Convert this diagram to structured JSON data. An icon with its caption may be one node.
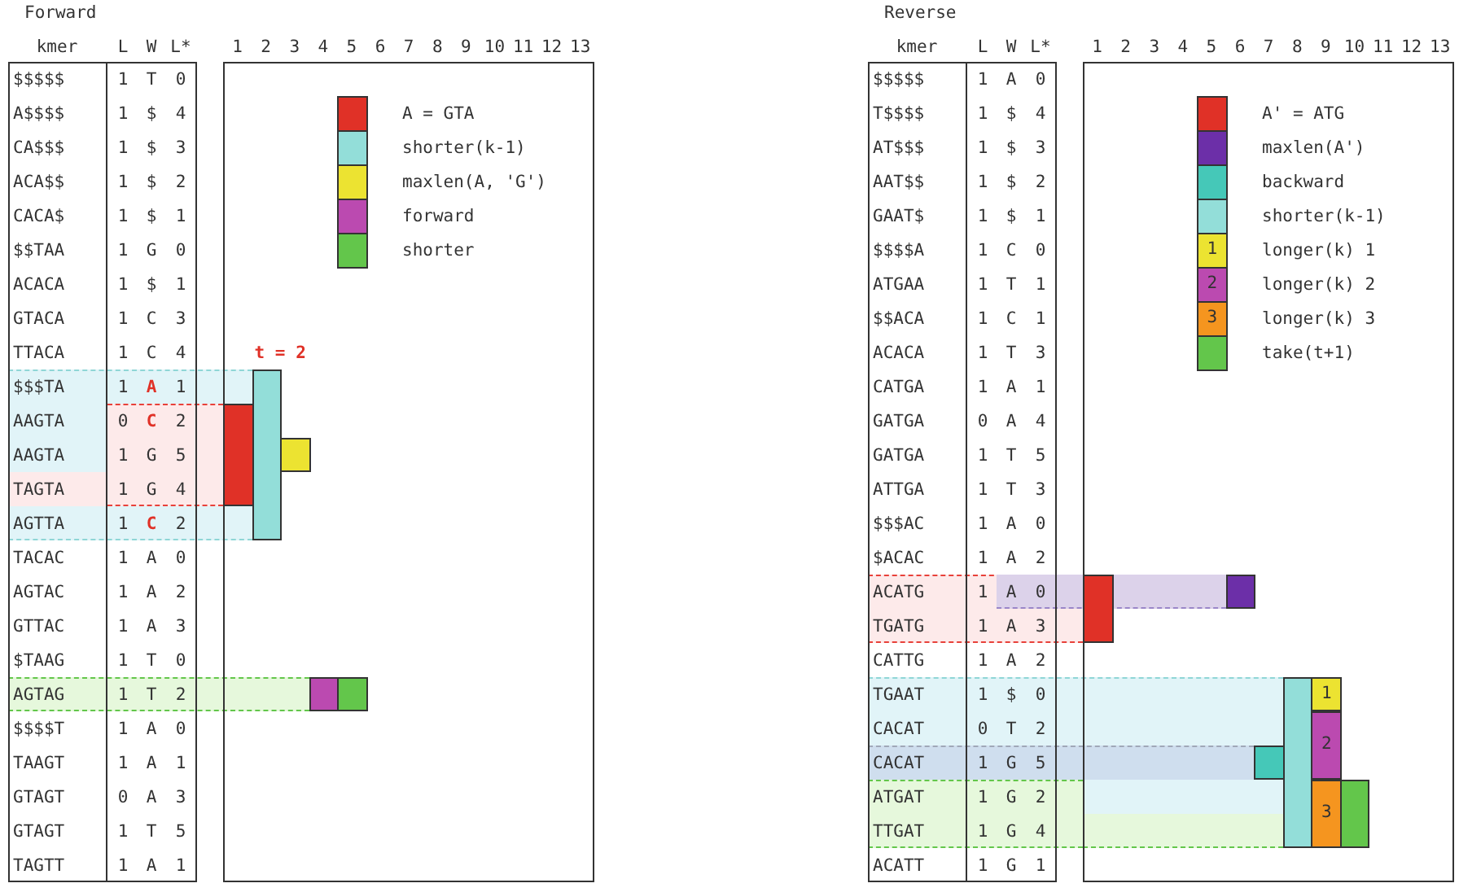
{
  "diagram": {
    "nodes": [
      {
        "text": [],
        "shape": "bar"
      },
      {
        "text": [],
        "shape": "bar"
      },
      {
        "text": [],
        "shape": "bar"
      },
      {
        "text": [],
        "shape": "bar"
      },
      {
        "text": [],
        "shape": "bar"
      },
      {
        "text": [],
        "shape": "bar"
      },
      {
        "text": [],
        "shape": "bar"
      },
      {
        "text": [],
        "shape": "bar"
      },
      {
        "text": [],
        "shape": "bar"
      },
      {
        "text": [
          "1"
        ]
      },
      {
        "text": [
          "2"
        ]
      },
      {
        "text": [
          "3"
        ]
      },
      {
        "text": [],
        "shape": "bar"
      }
    ],
    "labels": [
      "Forward",
      "kmer",
      "L",
      "W",
      "L*",
      "1",
      "2",
      "3",
      "4",
      "5",
      "6",
      "7",
      "8",
      "9",
      "10",
      "11",
      "12",
      "13",
      "$$$$$",
      "1",
      "T",
      "0",
      "A$$$$",
      "1",
      "$",
      "4",
      "CA$$$",
      "1",
      "$",
      "3",
      "ACA$$",
      "1",
      "$",
      "2",
      "CACA$",
      "1",
      "$",
      "1",
      "$$TAA",
      "1",
      "G",
      "0",
      "ACACA",
      "1",
      "$",
      "1",
      "GTACA",
      "1",
      "C",
      "3",
      "TTACA",
      "1",
      "C",
      "4",
      "$$$TA",
      "1",
      "A",
      "1",
      "AAGTA",
      "0",
      "C",
      "2",
      "AAGTA",
      "1",
      "G",
      "5",
      "TAGTA",
      "1",
      "G",
      "4",
      "AGTTA",
      "1",
      "C",
      "2",
      "TACAC",
      "1",
      "A",
      "0",
      "AGTAC",
      "1",
      "A",
      "2",
      "GTTAC",
      "1",
      "A",
      "3",
      "$TAAG",
      "1",
      "T",
      "0",
      "AGTAG",
      "1",
      "T",
      "2",
      "$$$$T",
      "1",
      "A",
      "0",
      "TAAGT",
      "1",
      "A",
      "1",
      "GTAGT",
      "0",
      "A",
      "3",
      "GTAGT",
      "1",
      "T",
      "5",
      "TAGTT",
      "1",
      "A",
      "1",
      "t = 2",
      "Reverse",
      "kmer",
      "L",
      "W",
      "L*",
      "1",
      "2",
      "3",
      "4",
      "5",
      "6",
      "7",
      "8",
      "9",
      "10",
      "11",
      "12",
      "13",
      "$$$$$",
      "1",
      "A",
      "0",
      "T$$$$",
      "1",
      "$",
      "4",
      "AT$$$",
      "1",
      "$",
      "3",
      "AAT$$",
      "1",
      "$",
      "2",
      "GAAT$",
      "1",
      "$",
      "1",
      "$$$$A",
      "1",
      "C",
      "0",
      "ATGAA",
      "1",
      "T",
      "1",
      "$$ACA",
      "1",
      "C",
      "1",
      "ACACA",
      "1",
      "T",
      "3",
      "CATGA",
      "1",
      "A",
      "1",
      "GATGA",
      "0",
      "A",
      "4",
      "GATGA",
      "1",
      "T",
      "5",
      "ATTGA",
      "1",
      "T",
      "3",
      "$$$AC",
      "1",
      "A",
      "0",
      "$ACAC",
      "1",
      "A",
      "2",
      "ACATG",
      "1",
      "A",
      "0",
      "TGATG",
      "1",
      "A",
      "3",
      "CATTG",
      "1",
      "A",
      "2",
      "TGAAT",
      "1",
      "$",
      "0",
      "CACAT",
      "0",
      "T",
      "2",
      "CACAT",
      "1",
      "G",
      "5",
      "ATGAT",
      "1",
      "G",
      "2",
      "TTGAT",
      "1",
      "G",
      "4",
      "ACATT",
      "1",
      "G",
      "1",
      "1",
      "2",
      "3"
    ],
    "legend": [
      {
        "text": "A = GTA",
        "color": "#e03127"
      },
      {
        "text": "shorter(k-1)",
        "color": "#93ded9"
      },
      {
        "text": "maxlen(A, 'G')",
        "color": "#ece331"
      },
      {
        "text": "forward",
        "color": "#bb4ab0"
      },
      {
        "text": "shorter",
        "color": "#63c64b"
      },
      {
        "text": "A' = ATG",
        "color": "#e03127"
      },
      {
        "text": "maxlen(A')",
        "color": "#6c2fa8"
      },
      {
        "text": "backward",
        "color": "#45c8b8"
      },
      {
        "text": "shorter(k-1)",
        "color": "#93ded9"
      },
      {
        "text": "longer(k) 1",
        "color": "#ece331"
      },
      {
        "text": "longer(k) 2",
        "color": "#bb4ab0"
      },
      {
        "text": "longer(k) 3",
        "color": "#f5951f"
      },
      {
        "text": "take(t+1)",
        "color": "#63c64b"
      }
    ]
  }
}
